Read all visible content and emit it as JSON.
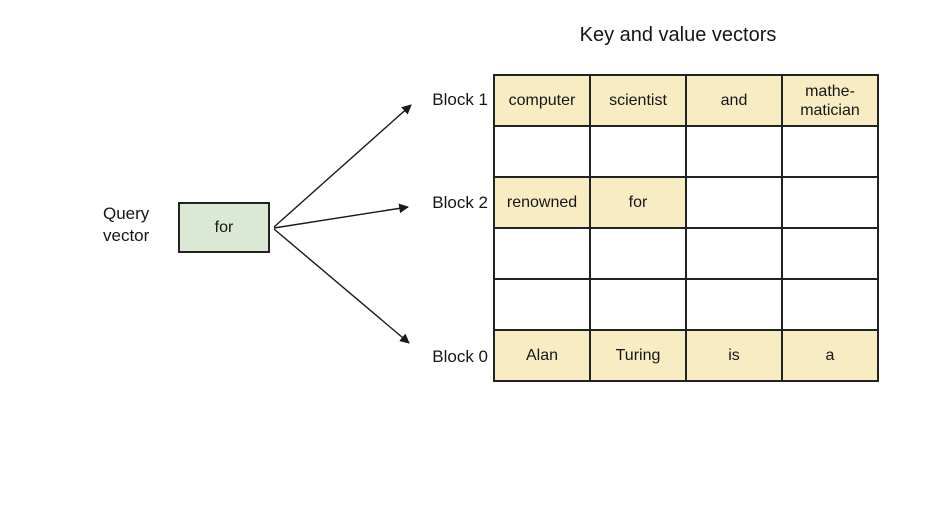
{
  "title": "Key and value vectors",
  "colors": {
    "highlight": "#f8ecc3",
    "query_box": "#dbe8d3",
    "border": "#222222"
  },
  "query": {
    "label": "Query\nvector",
    "value": "for"
  },
  "blocks": [
    {
      "label": "Block 1"
    },
    {
      "label": "Block 2"
    },
    {
      "label": "Block 0"
    }
  ],
  "grid": {
    "rows": [
      {
        "cells": [
          {
            "text": "computer",
            "hl": true
          },
          {
            "text": "scientist",
            "hl": true
          },
          {
            "text": "and",
            "hl": true
          },
          {
            "text": "mathe-\nmatician",
            "hl": true
          }
        ]
      },
      {
        "cells": [
          {
            "text": "",
            "hl": false
          },
          {
            "text": "",
            "hl": false
          },
          {
            "text": "",
            "hl": false
          },
          {
            "text": "",
            "hl": false
          }
        ]
      },
      {
        "cells": [
          {
            "text": "renowned",
            "hl": true
          },
          {
            "text": "for",
            "hl": true
          },
          {
            "text": "",
            "hl": false
          },
          {
            "text": "",
            "hl": false
          }
        ]
      },
      {
        "cells": [
          {
            "text": "",
            "hl": false
          },
          {
            "text": "",
            "hl": false
          },
          {
            "text": "",
            "hl": false
          },
          {
            "text": "",
            "hl": false
          }
        ]
      },
      {
        "cells": [
          {
            "text": "",
            "hl": false
          },
          {
            "text": "",
            "hl": false
          },
          {
            "text": "",
            "hl": false
          },
          {
            "text": "",
            "hl": false
          }
        ]
      },
      {
        "cells": [
          {
            "text": "Alan",
            "hl": true
          },
          {
            "text": "Turing",
            "hl": true
          },
          {
            "text": "is",
            "hl": true
          },
          {
            "text": "a",
            "hl": true
          }
        ]
      }
    ]
  }
}
